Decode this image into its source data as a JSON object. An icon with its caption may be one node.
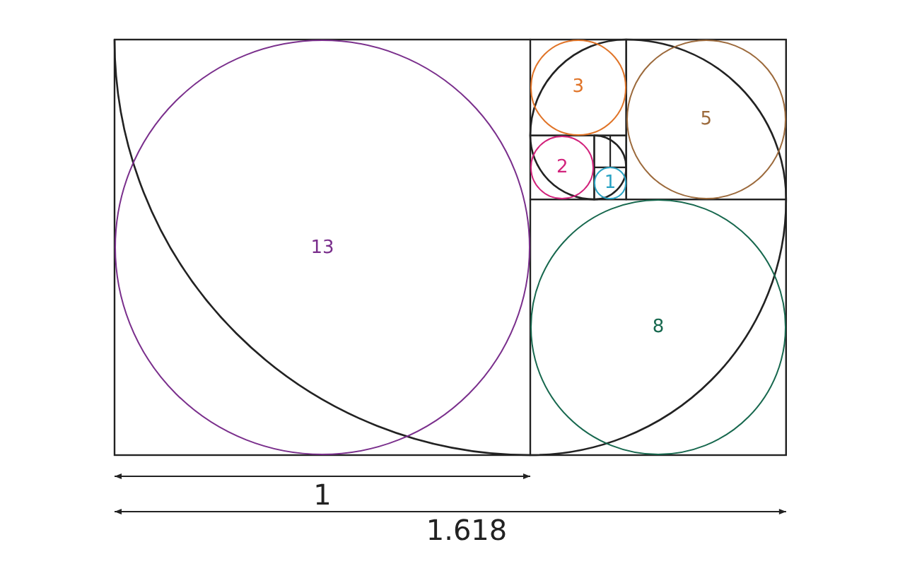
{
  "diagram": {
    "nodes": [
      {
        "text": [
          "13"
        ]
      },
      {
        "text": [
          "3"
        ]
      },
      {
        "text": [
          "5"
        ]
      },
      {
        "text": [
          "2"
        ]
      },
      {
        "text": [
          "1"
        ]
      },
      {
        "text": [
          "8"
        ]
      }
    ],
    "labels": [
      "1",
      "1.618"
    ]
  }
}
